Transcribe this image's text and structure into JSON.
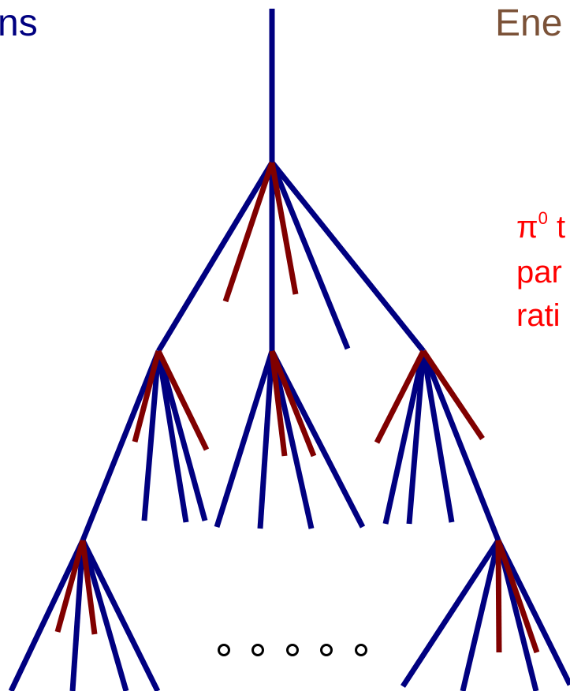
{
  "labels": {
    "left_title": "ns",
    "right_title": "Ene",
    "note": {
      "pi_symbol": "π",
      "pi_superscript": "0",
      "line1_suffix": " t",
      "line2": "par",
      "line3": "rati"
    }
  },
  "colors": {
    "hadron_line": "#000080",
    "pi0_line": "#800000",
    "note_text": "#ff0000",
    "energy_label": "#7b5238",
    "ellipsis_dots": "#000000"
  },
  "legend_meaning": {
    "blue_lines": "hadrons",
    "dark_red_lines": "π0"
  },
  "generations": 3,
  "ellipsis_dot_count": 5
}
